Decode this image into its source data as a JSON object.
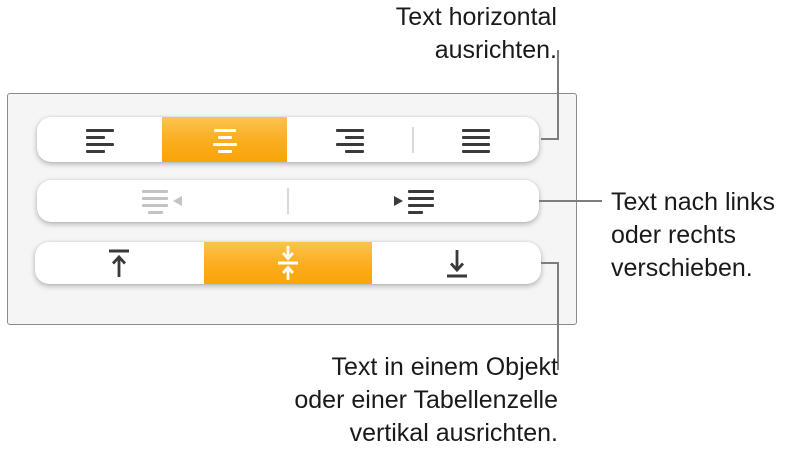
{
  "colors": {
    "accent_orange_top": "#fdc34f",
    "accent_orange_bottom": "#f9a408",
    "panel_background": "#f5f5f6",
    "panel_border": "#8c8c8c",
    "callout_line": "#7d7d7d",
    "icon_dark": "#3a3a3c",
    "icon_disabled": "#c3c3c5",
    "icon_selected": "#ffffff",
    "annotation_text": "#1a1a1a"
  },
  "panel": {
    "horizontal_alignment_row": {
      "buttons": [
        {
          "id": "align-left-button",
          "icon": "align-left-icon",
          "selected": false
        },
        {
          "id": "align-center-button",
          "icon": "align-center-icon",
          "selected": true
        },
        {
          "id": "align-right-button",
          "icon": "align-right-icon",
          "selected": false
        },
        {
          "id": "align-justify-button",
          "icon": "align-justify-icon",
          "selected": false
        }
      ]
    },
    "indent_row": {
      "buttons": [
        {
          "id": "indent-decrease-button",
          "icon": "indent-decrease-icon",
          "disabled": true
        },
        {
          "id": "indent-increase-button",
          "icon": "indent-increase-icon",
          "disabled": false
        }
      ]
    },
    "vertical_alignment_row": {
      "buttons": [
        {
          "id": "valign-top-button",
          "icon": "align-top-icon",
          "selected": false
        },
        {
          "id": "valign-middle-button",
          "icon": "align-middle-icon",
          "selected": true
        },
        {
          "id": "valign-bottom-button",
          "icon": "align-bottom-icon",
          "selected": false
        }
      ]
    }
  },
  "annotations": {
    "horizontal": {
      "lines": [
        "Text horizontal",
        "ausrichten."
      ]
    },
    "indent": {
      "lines": [
        "Text nach links",
        "oder rechts",
        "verschieben."
      ]
    },
    "vertical": {
      "lines": [
        "Text in einem Objekt",
        "oder einer Tabellenzelle",
        "vertikal ausrichten."
      ]
    }
  }
}
